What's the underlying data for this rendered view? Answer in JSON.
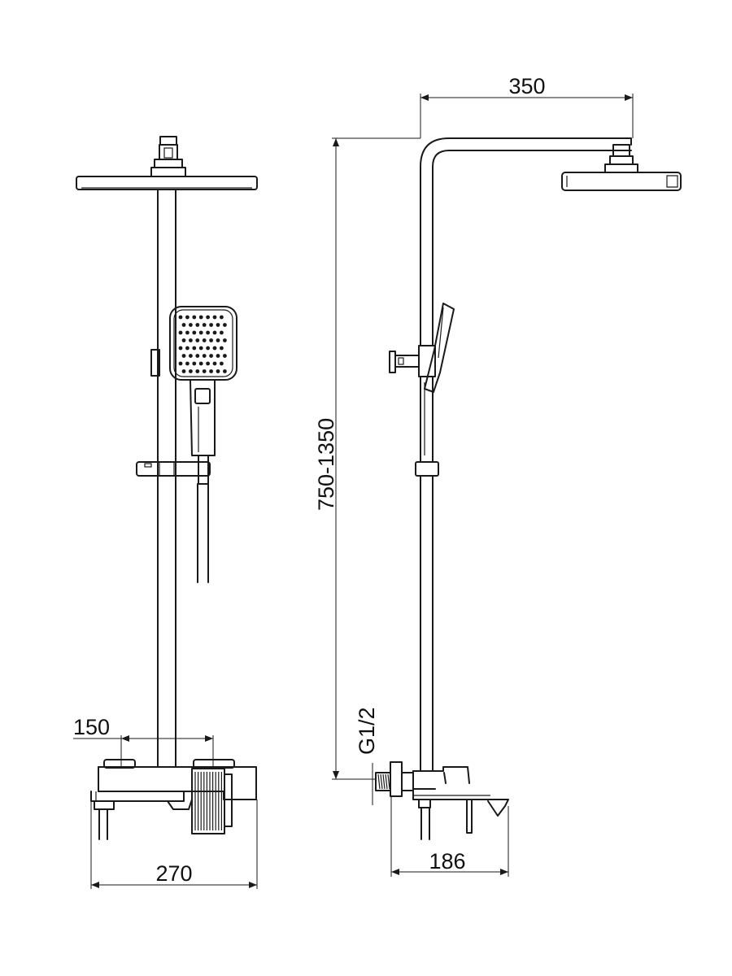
{
  "dimensions": {
    "front_height": "350",
    "total_height": "750-1350",
    "connection": "G1/2",
    "outlet_spacing": "150",
    "front_width": "270",
    "side_depth": "186"
  },
  "colors": {
    "line": "#1a1a1a",
    "background": "#ffffff"
  }
}
